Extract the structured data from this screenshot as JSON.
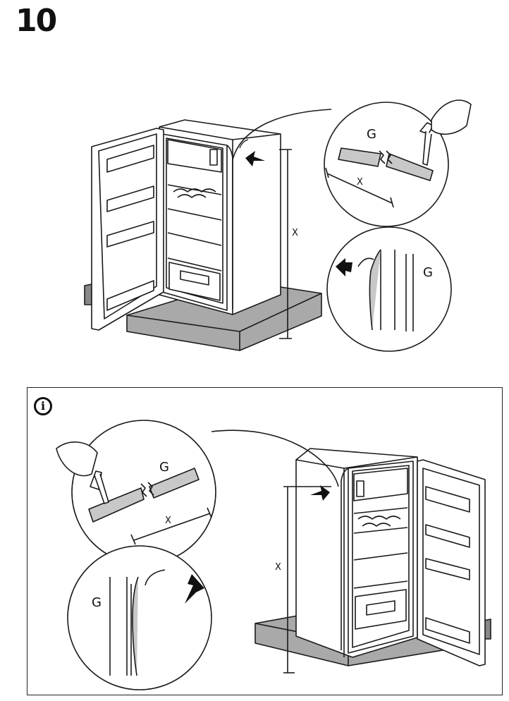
{
  "step": {
    "number": "10"
  },
  "labels": {
    "tape": "G",
    "measure": "X"
  },
  "info_panel": {
    "icon": "i"
  },
  "colors": {
    "floor_panel": "#a9a9a9",
    "tape_shade": "#c8c8c8",
    "line": "#1a1a1a"
  }
}
